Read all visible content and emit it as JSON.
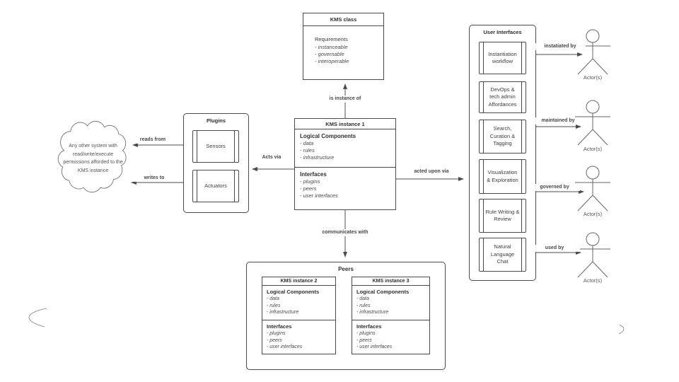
{
  "kms_class": {
    "title": "KMS class",
    "requirements_title": "Requirements",
    "items": [
      "- instanceable",
      "- governable",
      "- interoperable"
    ]
  },
  "instances": {
    "i1": {
      "title": "KMS instance 1",
      "logical": {
        "title": "Logical Components",
        "items": [
          "- data",
          "- rules",
          "- infrastructure"
        ]
      },
      "interfaces": {
        "title": "Interfaces",
        "items": [
          "- plugins",
          "- peers",
          "- user interfaces"
        ]
      }
    },
    "i2": {
      "title": "KMS instance 2",
      "logical": {
        "title": "Logical Components",
        "items": [
          "- data",
          "- rules",
          "- infrastructure"
        ]
      },
      "interfaces": {
        "title": "Interfaces",
        "items": [
          "- plugins",
          "- peers",
          "- user interfaces"
        ]
      }
    },
    "i3": {
      "title": "KMS instance 3",
      "logical": {
        "title": "Logical Components",
        "items": [
          "- data",
          "- rules",
          "- infrastructure"
        ]
      },
      "interfaces": {
        "title": "Interfaces",
        "items": [
          "- plugins",
          "- peers",
          "- user interfaces"
        ]
      }
    }
  },
  "plugins": {
    "title": "Plugins",
    "components": [
      "Sensors",
      "Actuators"
    ]
  },
  "cloud": {
    "text": "Any other system with read/write/execute permissions afforded to the KMS instance"
  },
  "user_interfaces": {
    "title": "User Interfaces",
    "components": [
      "Instantiation workflow",
      "DevOps & tech admin Affordances",
      "Search, Curation & Tagging",
      "Visualization & Exploration",
      "Rule Writing & Review",
      "Natural Language Chat"
    ]
  },
  "peers": {
    "title": "Peers"
  },
  "edges": {
    "reads_from": "reads from",
    "writes_to": "writes to",
    "acts_via": "Acts via",
    "is_instance_of": "is instance of",
    "acted_upon_via": "acted upon via",
    "communicates_with": "communicates with",
    "instatiated_by": "instatiated by",
    "maintained_by": "maintained by",
    "governed_by": "governed by",
    "used_by": "used by"
  },
  "actors": {
    "label": "Actor(s)"
  },
  "colors": {
    "line": "#4d4d4d",
    "border": "#4a4a4a",
    "cloud_stroke": "#777777",
    "actor_stroke": "#666666"
  }
}
